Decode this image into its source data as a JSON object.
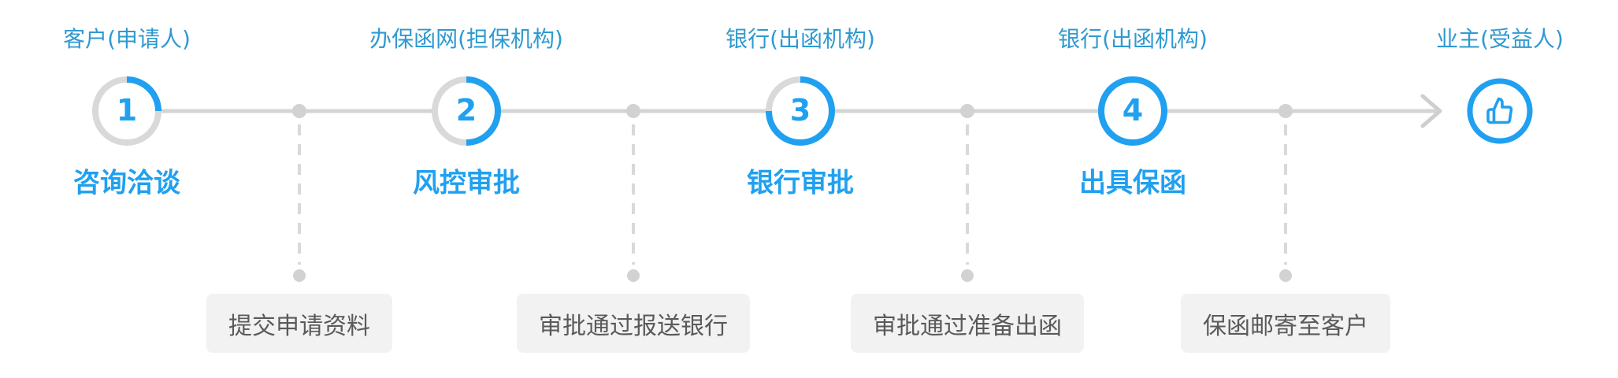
{
  "diagram": {
    "type": "horizontal-process-stepper",
    "description_domain": "guarantee-letter-workflow"
  },
  "colors": {
    "accent_blue": "#20A0F0",
    "org_label_blue": "#2E9AD1",
    "track_gray": "#D4D4D4",
    "ring_gray": "#D9D9D9",
    "dot_gray": "#D2D2D2",
    "note_background": "#F2F2F2",
    "note_text": "#5A5A5A"
  },
  "steps": [
    {
      "number": "1",
      "org": "客户(申请人)",
      "title": "咨询洽谈",
      "progress_percent": 25
    },
    {
      "number": "2",
      "org": "办保函网(担保机构)",
      "title": "风控审批",
      "progress_percent": 50
    },
    {
      "number": "3",
      "org": "银行(出函机构)",
      "title": "银行审批",
      "progress_percent": 75
    },
    {
      "number": "4",
      "org": "银行(出函机构)",
      "title": "出具保函",
      "progress_percent": 100
    }
  ],
  "final": {
    "org": "业主(受益人)",
    "icon": "thumbs-up-icon"
  },
  "notes": [
    "提交申请资料",
    "审批通过报送银行",
    "审批通过准备出函",
    "保函邮寄至客户"
  ]
}
